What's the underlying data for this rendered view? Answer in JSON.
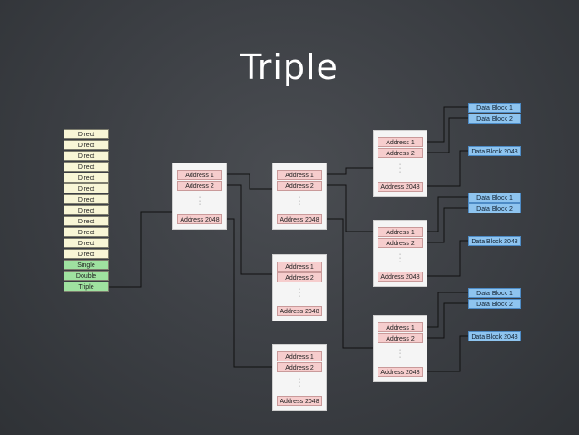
{
  "title": "Triple",
  "inode_fields": [
    "Direct",
    "Direct",
    "Direct",
    "Direct",
    "Direct",
    "Direct",
    "Direct",
    "Direct",
    "Direct",
    "Direct",
    "Direct",
    "Direct",
    "Single",
    "Double",
    "Triple"
  ],
  "address_first": "Address 1",
  "address_second": "Address 2",
  "address_last": "Address 2048",
  "block_first": "Data Block 1",
  "block_second": "Data Block 2",
  "block_last": "Data Block 2048",
  "colors": {
    "background": "#3b3e43",
    "direct": "#f8f6d6",
    "indirect": "#9fe2a0",
    "address": "#f6cdcd",
    "data_block": "#8ec4ef",
    "line": "#111111"
  }
}
